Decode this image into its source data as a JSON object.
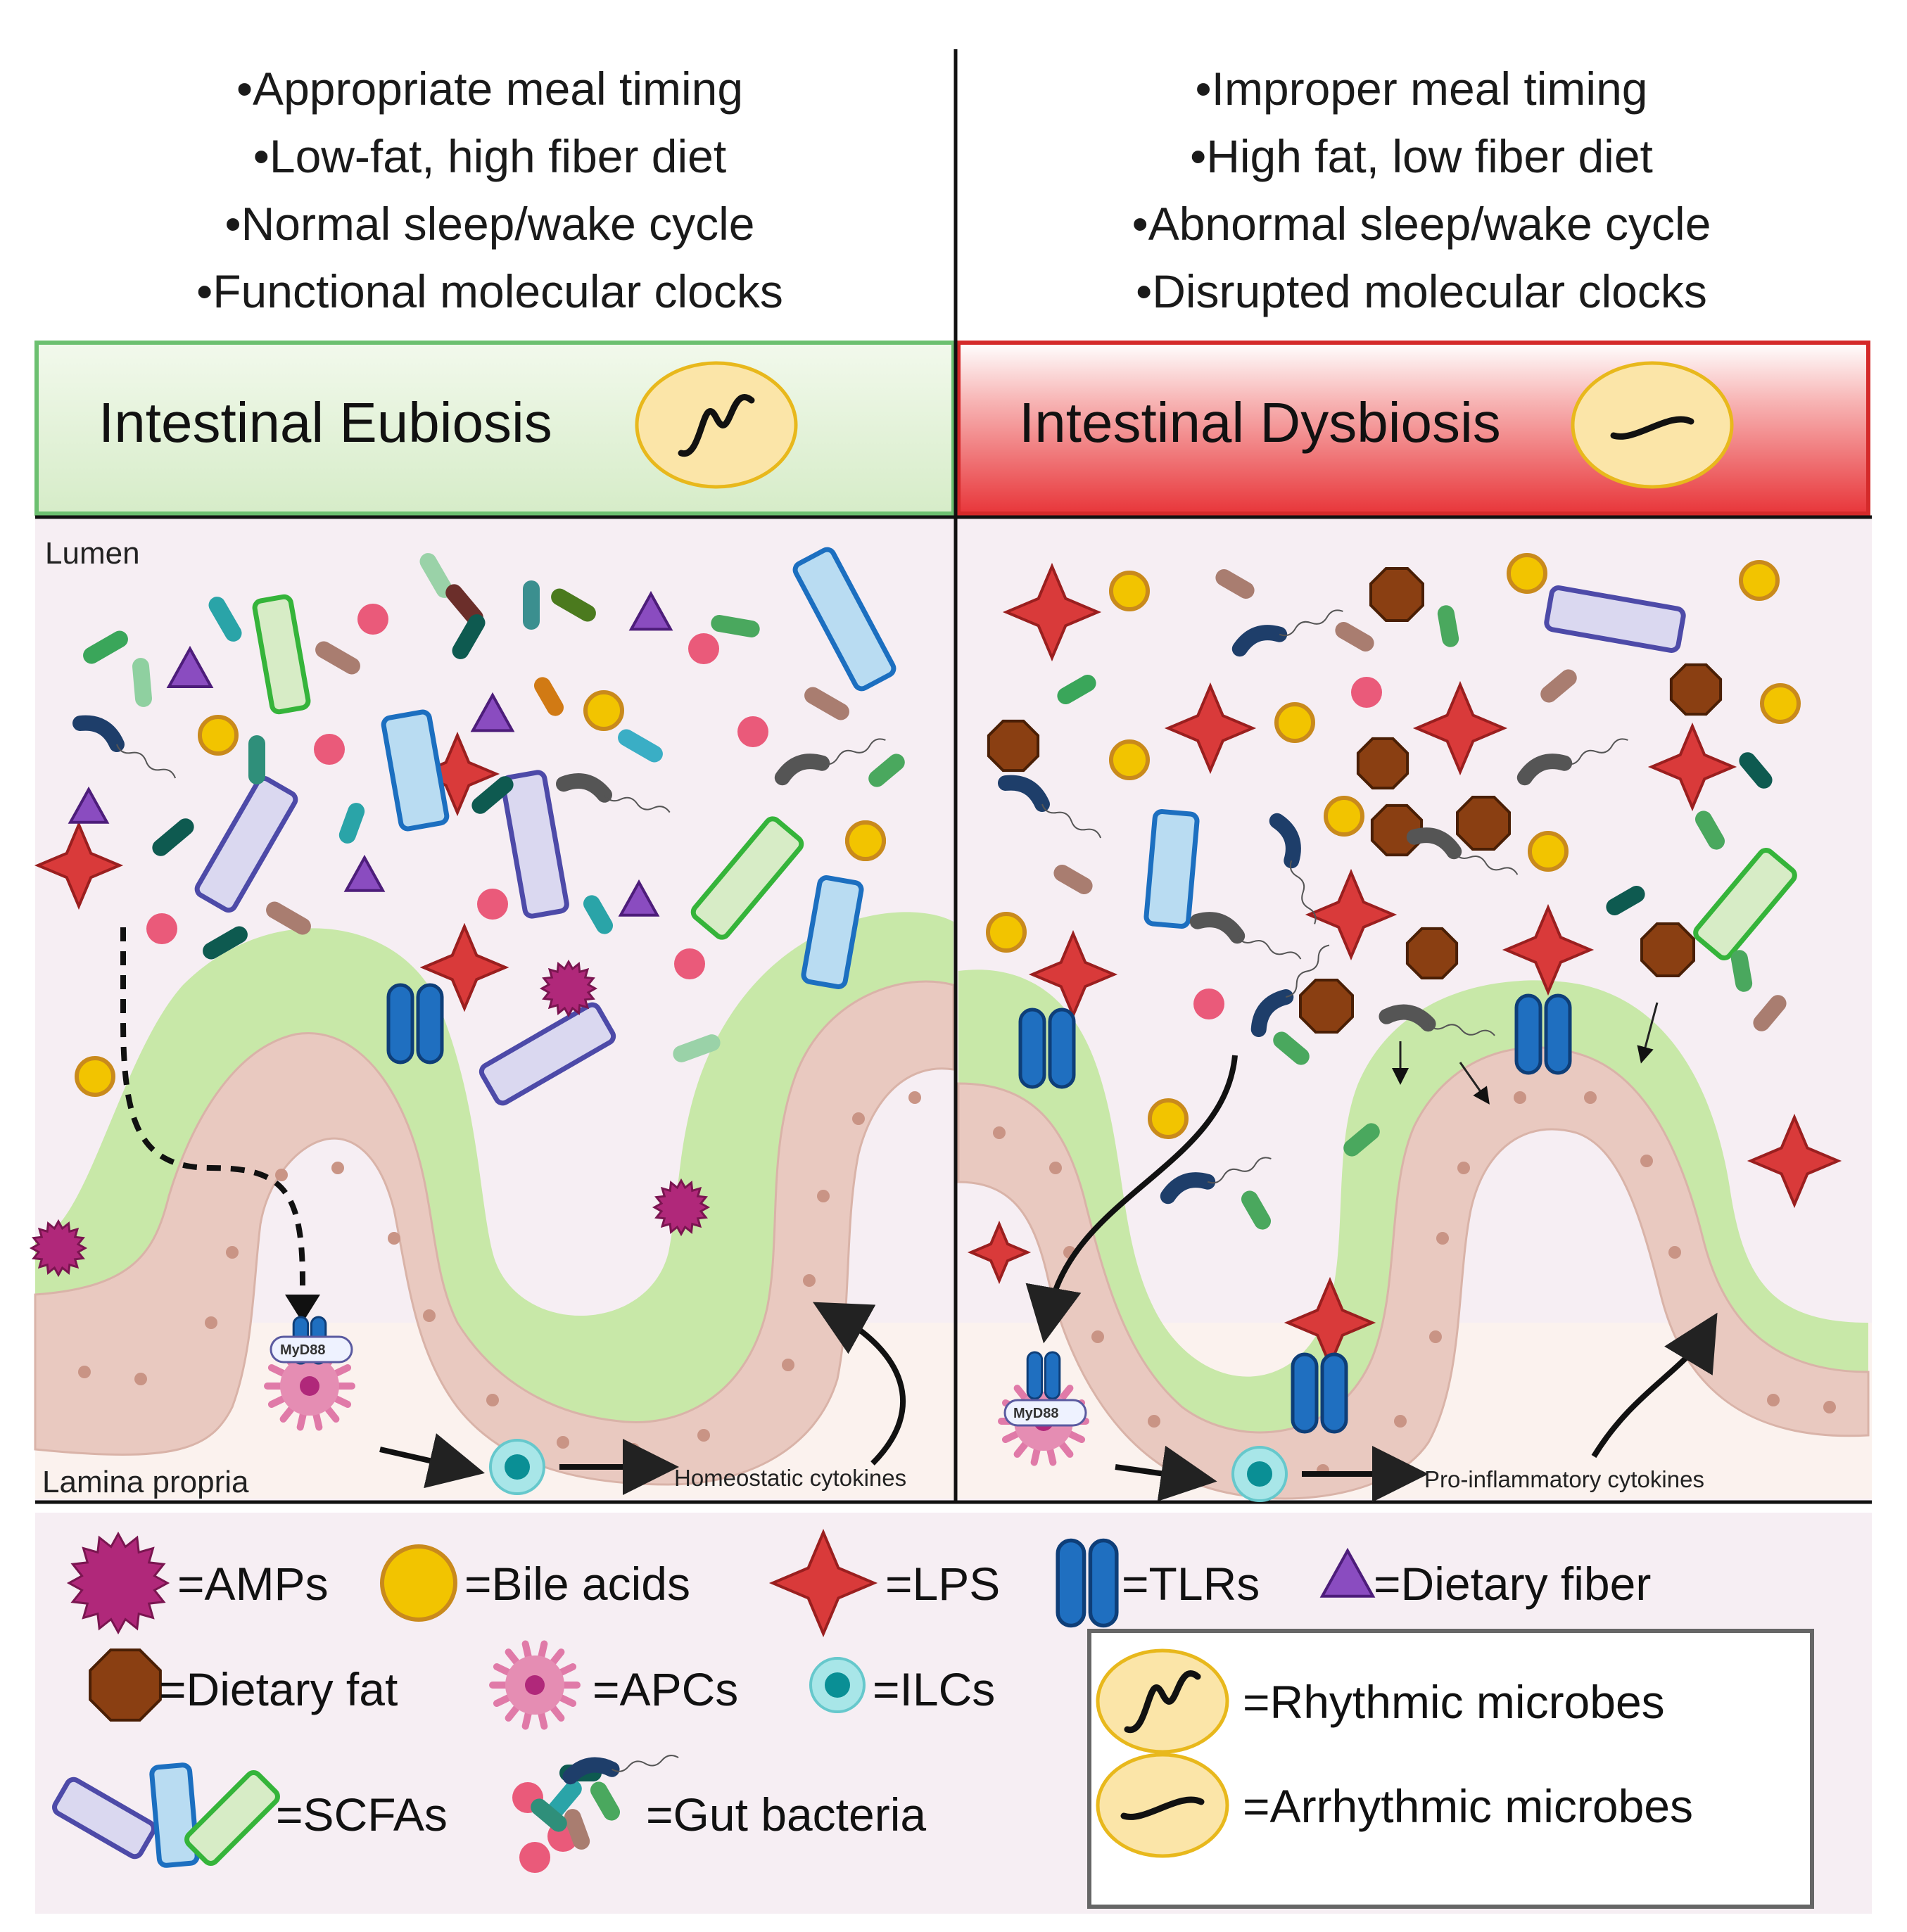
{
  "left_column": {
    "bullets": [
      "•Appropriate meal timing",
      "•Low-fat, high fiber diet",
      "•Normal sleep/wake cycle",
      "•Functional molecular clocks"
    ],
    "banner_title": "Intestinal Eubiosis",
    "banner_color": "#d6ecc8"
  },
  "right_column": {
    "bullets": [
      "•Improper meal timing",
      "•High fat, low fiber diet",
      "•Abnormal sleep/wake cycle",
      "•Disrupted molecular clocks"
    ],
    "banner_title": "Intestinal Dysbiosis",
    "banner_color": "#e8363a"
  },
  "panels": {
    "lumen_label": "Lumen",
    "lamina_label": "Lamina propria",
    "myd88_label": "MyD88",
    "left_cytokines": "Homeostatic  cytokines",
    "right_cytokines": "Pro-inflammatory cytokines"
  },
  "legend": {
    "amps": "=AMPs",
    "bile_acids": "=Bile acids",
    "lps": "=LPS",
    "tlrs": "=TLRs",
    "dietary_fiber": "=Dietary fiber",
    "dietary_fat": "=Dietary fat",
    "apcs": "=APCs",
    "ilcs": "=ILCs",
    "scfas": "=SCFAs",
    "gut_bacteria": "=Gut bacteria",
    "rhythmic": "=Rhythmic microbes",
    "arrhythmic": "=Arrhythmic microbes"
  },
  "colors": {
    "epithelium_green": "#c8e8a8",
    "cell_pink": "#e9c9c0",
    "lumen_bg": "#f6eef3",
    "lps_red": "#d93a3a",
    "bile_yellow": "#f2c400",
    "amp_magenta": "#b0287a",
    "tlr_blue": "#1f6fc0",
    "fiber_purple": "#7a3aa8",
    "fat_brown": "#8a3f12",
    "ilc_teal": "#2bb3b8"
  }
}
